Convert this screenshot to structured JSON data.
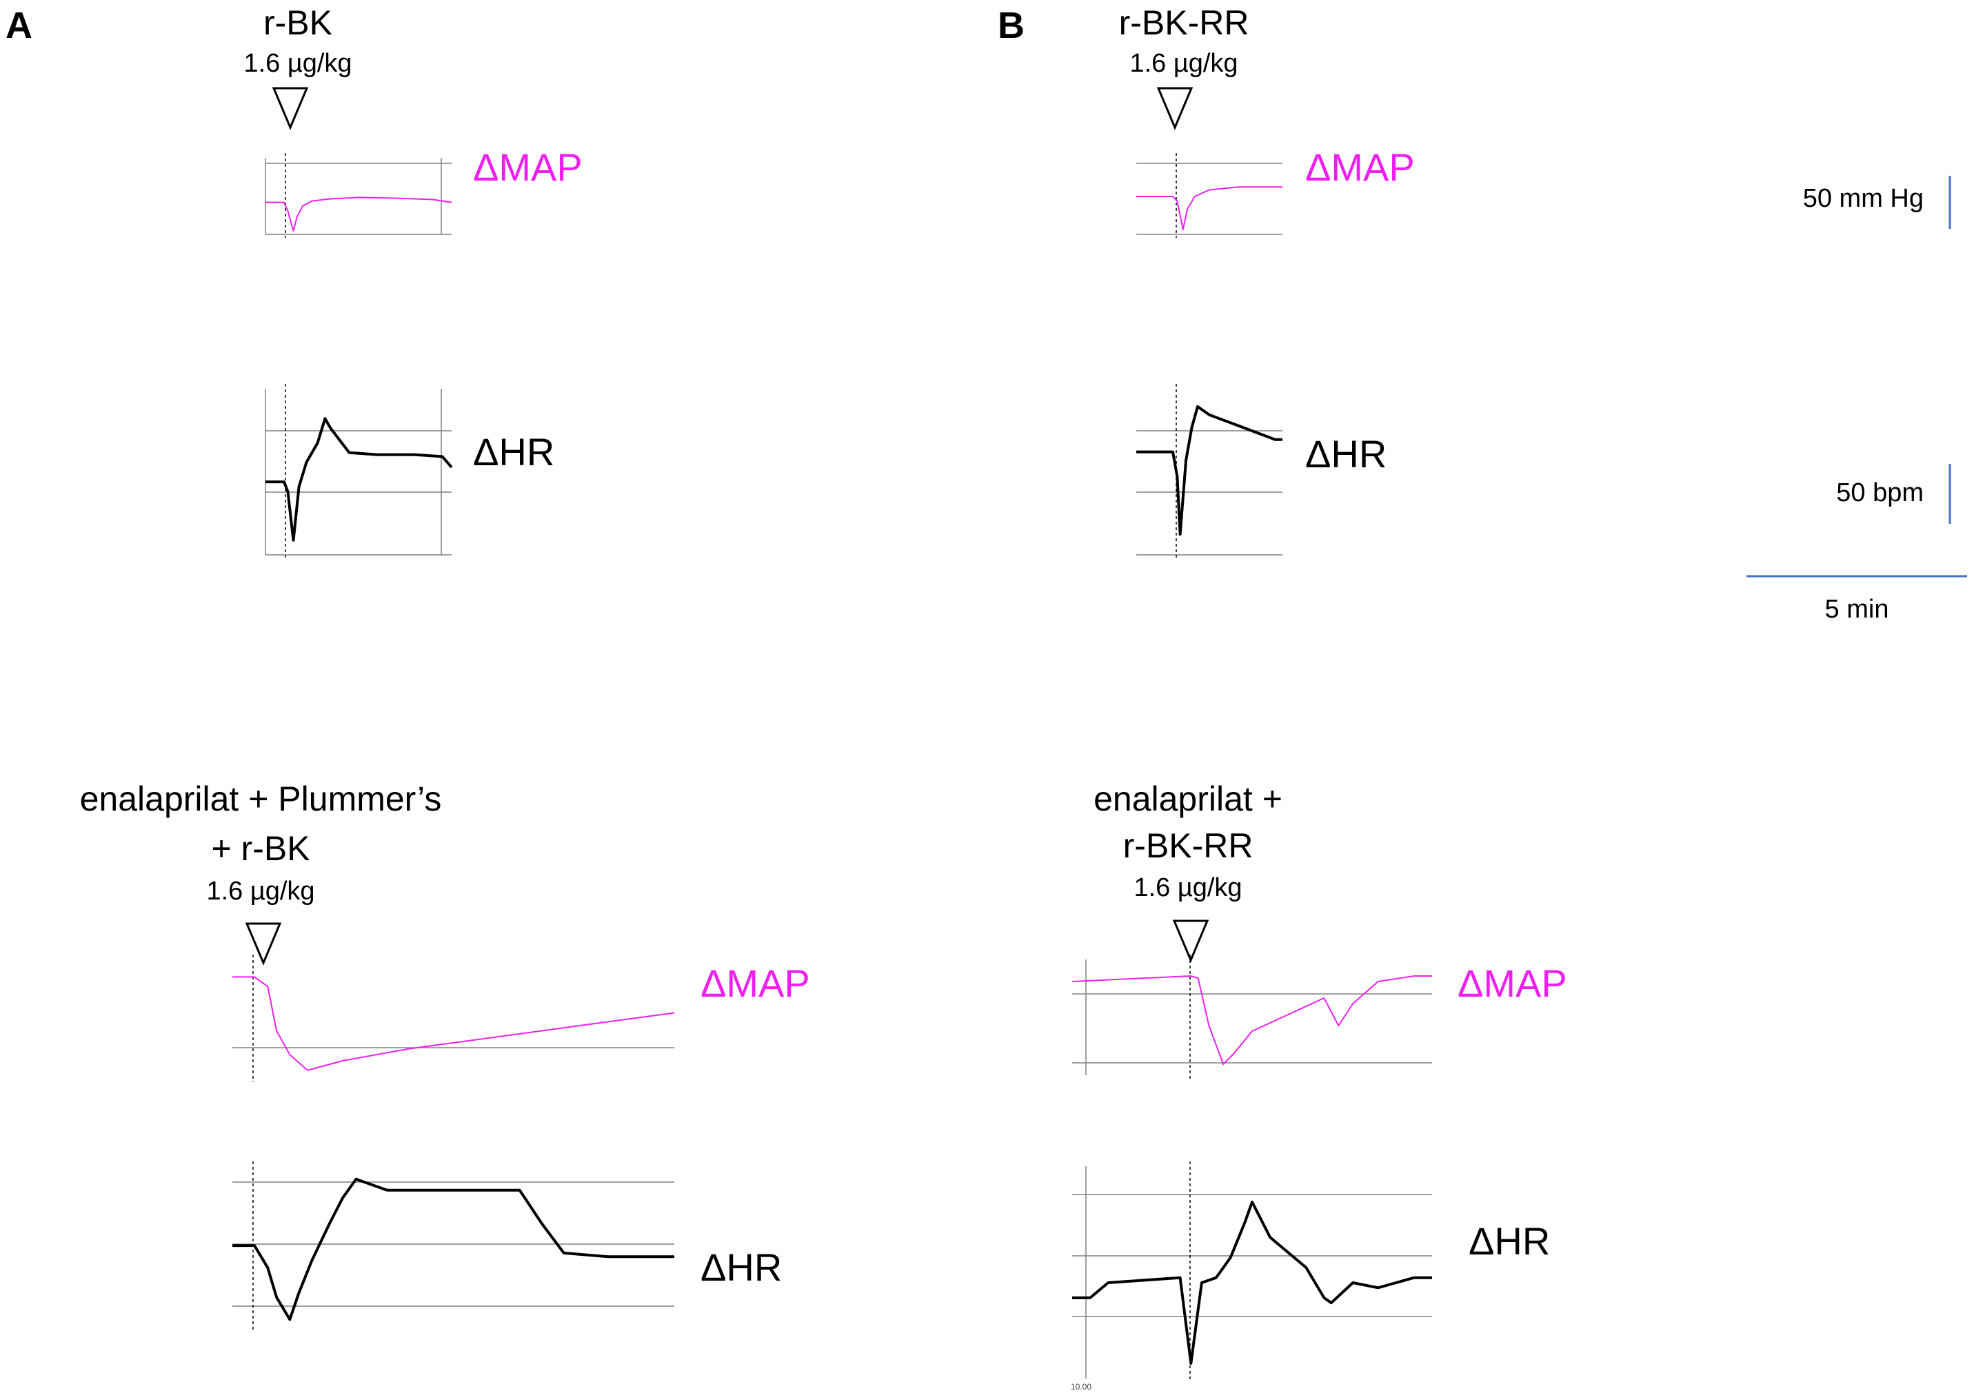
{
  "colors": {
    "map_trace": "#ee1fee",
    "hr_trace": "#000000",
    "scale_bar": "#4472c4",
    "gridline": "#808080"
  },
  "panels": {
    "A": {
      "letter": "A",
      "top_title": "r-BK",
      "top_dose": "1.6 µg/kg",
      "bottom_title_line1": "enalaprilat + Plummer’s",
      "bottom_title_line2": "+ r-BK",
      "bottom_dose": "1.6 µg/kg"
    },
    "B": {
      "letter": "B",
      "top_title": "r-BK-RR",
      "top_dose": "1.6 µg/kg",
      "bottom_title_line1": "enalaprilat +",
      "bottom_title_line2": "r-BK-RR",
      "bottom_dose": "1.6 µg/kg"
    }
  },
  "labels": {
    "map": "ΔMAP",
    "hr": "ΔHR"
  },
  "scale_bars": {
    "pressure": "50 mm Hg",
    "heart_rate": "50 bpm",
    "time": "5 min"
  },
  "axis_tick_label": "10.00",
  "chart_data": [
    {
      "type": "line",
      "name": "A-top",
      "series": [
        {
          "name": "ΔMAP",
          "x": [
            0,
            0.1,
            0.12,
            0.15,
            0.17,
            0.2,
            0.25,
            0.35,
            0.5,
            0.7,
            0.9,
            1.0
          ],
          "y": [
            -10,
            -10,
            -22,
            -50,
            -30,
            -15,
            -8,
            -5,
            -3,
            -4,
            -6,
            -10
          ]
        },
        {
          "name": "ΔHR",
          "x": [
            0,
            0.1,
            0.12,
            0.15,
            0.18,
            0.22,
            0.28,
            0.32,
            0.35,
            0.45,
            0.6,
            0.8,
            0.95,
            1.0
          ],
          "y": [
            -20,
            -20,
            -30,
            -80,
            -25,
            0,
            20,
            45,
            35,
            10,
            8,
            8,
            6,
            -5
          ]
        }
      ]
    },
    {
      "type": "line",
      "name": "B-top",
      "series": [
        {
          "name": "ΔMAP",
          "x": [
            0,
            0.25,
            0.28,
            0.32,
            0.35,
            0.4,
            0.5,
            0.7,
            1.0
          ],
          "y": [
            -15,
            -15,
            -20,
            -50,
            -28,
            -15,
            -8,
            -5,
            -5
          ]
        },
        {
          "name": "ΔHR",
          "x": [
            0,
            0.25,
            0.28,
            0.3,
            0.34,
            0.38,
            0.42,
            0.5,
            0.65,
            0.8,
            0.95,
            1.0
          ],
          "y": [
            30,
            30,
            0,
            -70,
            20,
            60,
            85,
            75,
            65,
            55,
            45,
            45
          ]
        }
      ]
    },
    {
      "type": "line",
      "name": "A-bottom",
      "series": [
        {
          "name": "ΔMAP",
          "x": [
            0,
            0.05,
            0.08,
            0.1,
            0.13,
            0.17,
            0.25,
            0.4,
            0.6,
            0.8,
            1.0
          ],
          "y": [
            40,
            40,
            32,
            -5,
            -25,
            -38,
            -30,
            -20,
            -10,
            0,
            10
          ]
        },
        {
          "name": "ΔHR",
          "x": [
            0,
            0.05,
            0.08,
            0.1,
            0.13,
            0.15,
            0.18,
            0.22,
            0.25,
            0.28,
            0.35,
            0.5,
            0.65,
            0.7,
            0.75,
            0.85,
            1.0
          ],
          "y": [
            10,
            10,
            -20,
            -60,
            -90,
            -55,
            -10,
            40,
            75,
            100,
            85,
            85,
            85,
            40,
            0,
            -5,
            -5
          ]
        }
      ]
    },
    {
      "type": "line",
      "name": "B-bottom",
      "series": [
        {
          "name": "ΔMAP",
          "x": [
            0,
            0.33,
            0.35,
            0.38,
            0.42,
            0.45,
            0.5,
            0.6,
            0.7,
            0.74,
            0.78,
            0.85,
            0.95,
            1.0
          ],
          "y": [
            -5,
            0,
            -2,
            -45,
            -80,
            -70,
            -50,
            -35,
            -20,
            -45,
            -25,
            -5,
            0,
            0
          ]
        },
        {
          "name": "ΔHR",
          "x": [
            0,
            0.05,
            0.1,
            0.3,
            0.33,
            0.36,
            0.4,
            0.44,
            0.48,
            0.5,
            0.55,
            0.6,
            0.65,
            0.7,
            0.72,
            0.78,
            0.85,
            0.9,
            0.95,
            1.0
          ],
          "y": [
            -15,
            -15,
            0,
            5,
            -80,
            0,
            5,
            25,
            60,
            80,
            45,
            30,
            15,
            -15,
            -20,
            0,
            -5,
            0,
            5,
            5
          ]
        }
      ]
    }
  ]
}
